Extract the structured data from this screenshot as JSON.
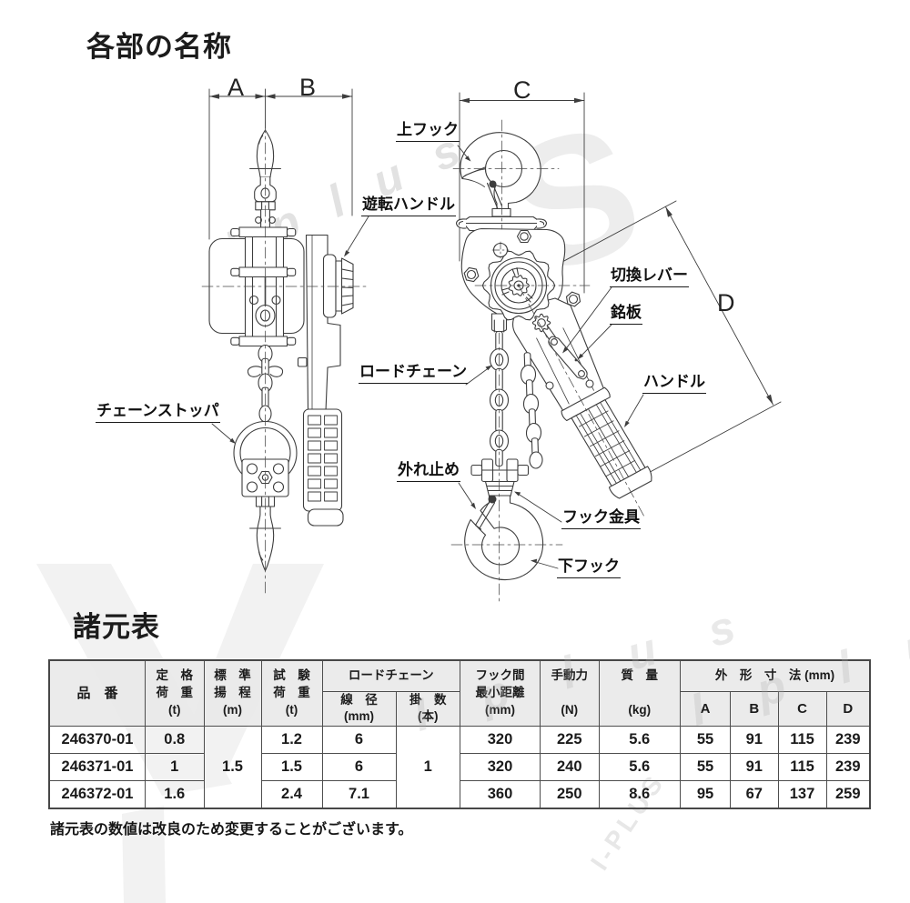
{
  "page": {
    "title": "各部の名称",
    "spec_heading": "諸元表",
    "note": "諸元表の数値は改良のため変更することがございます。"
  },
  "dimensions": {
    "a": "A",
    "b": "B",
    "c": "C",
    "d": "D"
  },
  "part_labels": {
    "upper_hook": "上フック",
    "idle_handle": "遊転ハンドル",
    "selector_lever": "切換レバー",
    "nameplate": "銘板",
    "load_chain": "ロードチェーン",
    "handle": "ハンドル",
    "chain_stopper": "チェーンストッパ",
    "safety_latch": "外れ止め",
    "hook_fitting": "フック金具",
    "lower_hook": "下フック"
  },
  "watermarks": {
    "small_top": "I p l u s",
    "mid_left": "I p l u s",
    "mid_right": "I p l u s",
    "steep": "I-PLUS",
    "giant_s": "S"
  },
  "chart_data": {
    "type": "table",
    "title": "諸元表",
    "columns": [
      "品 番",
      "定格荷重(t)",
      "標準揚程(m)",
      "試験荷重(t)",
      "ロードチェーン 線径(mm)",
      "ロードチェーン 掛数(本)",
      "フック間最小距離(mm)",
      "手動力(N)",
      "質量(kg)",
      "外形寸法A(mm)",
      "外形寸法B(mm)",
      "外形寸法C(mm)",
      "外形寸法D(mm)"
    ],
    "rows": [
      [
        "246370-01",
        "0.8",
        "1.5",
        "1.2",
        "6",
        "1",
        "320",
        "225",
        "5.6",
        "55",
        "91",
        "115",
        "239"
      ],
      [
        "246371-01",
        "1",
        "1.5",
        "1.5",
        "6",
        "1",
        "320",
        "240",
        "5.6",
        "55",
        "91",
        "115",
        "239"
      ],
      [
        "246372-01",
        "1.6",
        "1.5",
        "2.4",
        "7.1",
        "1",
        "360",
        "250",
        "8.6",
        "95",
        "67",
        "137",
        "259"
      ]
    ]
  },
  "spec_table": {
    "h_item": "品　番",
    "h_rated_1": "定　格",
    "h_rated_2": "荷　重",
    "h_rated_3": "(t)",
    "h_lift_1": "標　準",
    "h_lift_2": "揚　程",
    "h_lift_3": "(m)",
    "h_test_1": "試　験",
    "h_test_2": "荷　重",
    "h_test_3": "(t)",
    "h_chain_group": "ロードチェーン",
    "h_dia_1": "線　径",
    "h_dia_2": "(mm)",
    "h_falls_1": "掛　数",
    "h_falls_2": "(本)",
    "h_hookdist_1": "フック間",
    "h_hookdist_2": "最小距離",
    "h_hookdist_3": "(mm)",
    "h_effort_1": "手動力",
    "h_effort_2": "(N)",
    "h_mass_1": "質　量",
    "h_mass_2": "(kg)",
    "h_dims_group": "外　形　寸　法 (mm)",
    "h_dim_a": "A",
    "h_dim_b": "B",
    "h_dim_c": "C",
    "h_dim_d": "D",
    "lift_merged": "1.5",
    "falls_merged": "1",
    "rows": [
      {
        "item": "246370-01",
        "rated": "0.8",
        "test": "1.2",
        "dia": "6",
        "hookdist": "320",
        "effort": "225",
        "mass": "5.6",
        "A": "55",
        "B": "91",
        "C": "115",
        "D": "239"
      },
      {
        "item": "246371-01",
        "rated": "1",
        "test": "1.5",
        "dia": "6",
        "hookdist": "320",
        "effort": "240",
        "mass": "5.6",
        "A": "55",
        "B": "91",
        "C": "115",
        "D": "239"
      },
      {
        "item": "246372-01",
        "rated": "1.6",
        "test": "2.4",
        "dia": "7.1",
        "hookdist": "360",
        "effort": "250",
        "mass": "8.6",
        "A": "95",
        "B": "67",
        "C": "137",
        "D": "259"
      }
    ]
  }
}
